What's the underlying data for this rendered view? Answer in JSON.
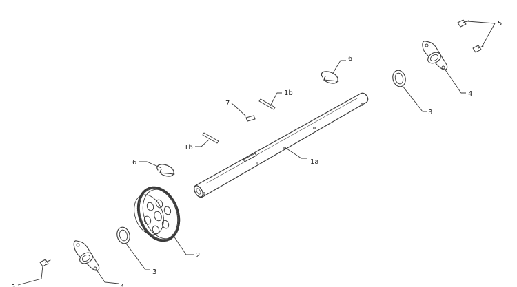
{
  "callouts": {
    "shaft": "1a",
    "pin_upper": "1b",
    "pin_lower": "1b",
    "gear": "2",
    "spacer_upper": "3",
    "spacer_lower": "3",
    "bearing_plate_upper": "4",
    "bearing_plate_lower": "4",
    "screws_upper": "5",
    "screws_lower": "5",
    "clip_upper": "6",
    "clip_lower": "6",
    "key": "7"
  },
  "colors": {
    "line": "#3a3a3a",
    "label": "#222222",
    "background": "#ffffff"
  }
}
